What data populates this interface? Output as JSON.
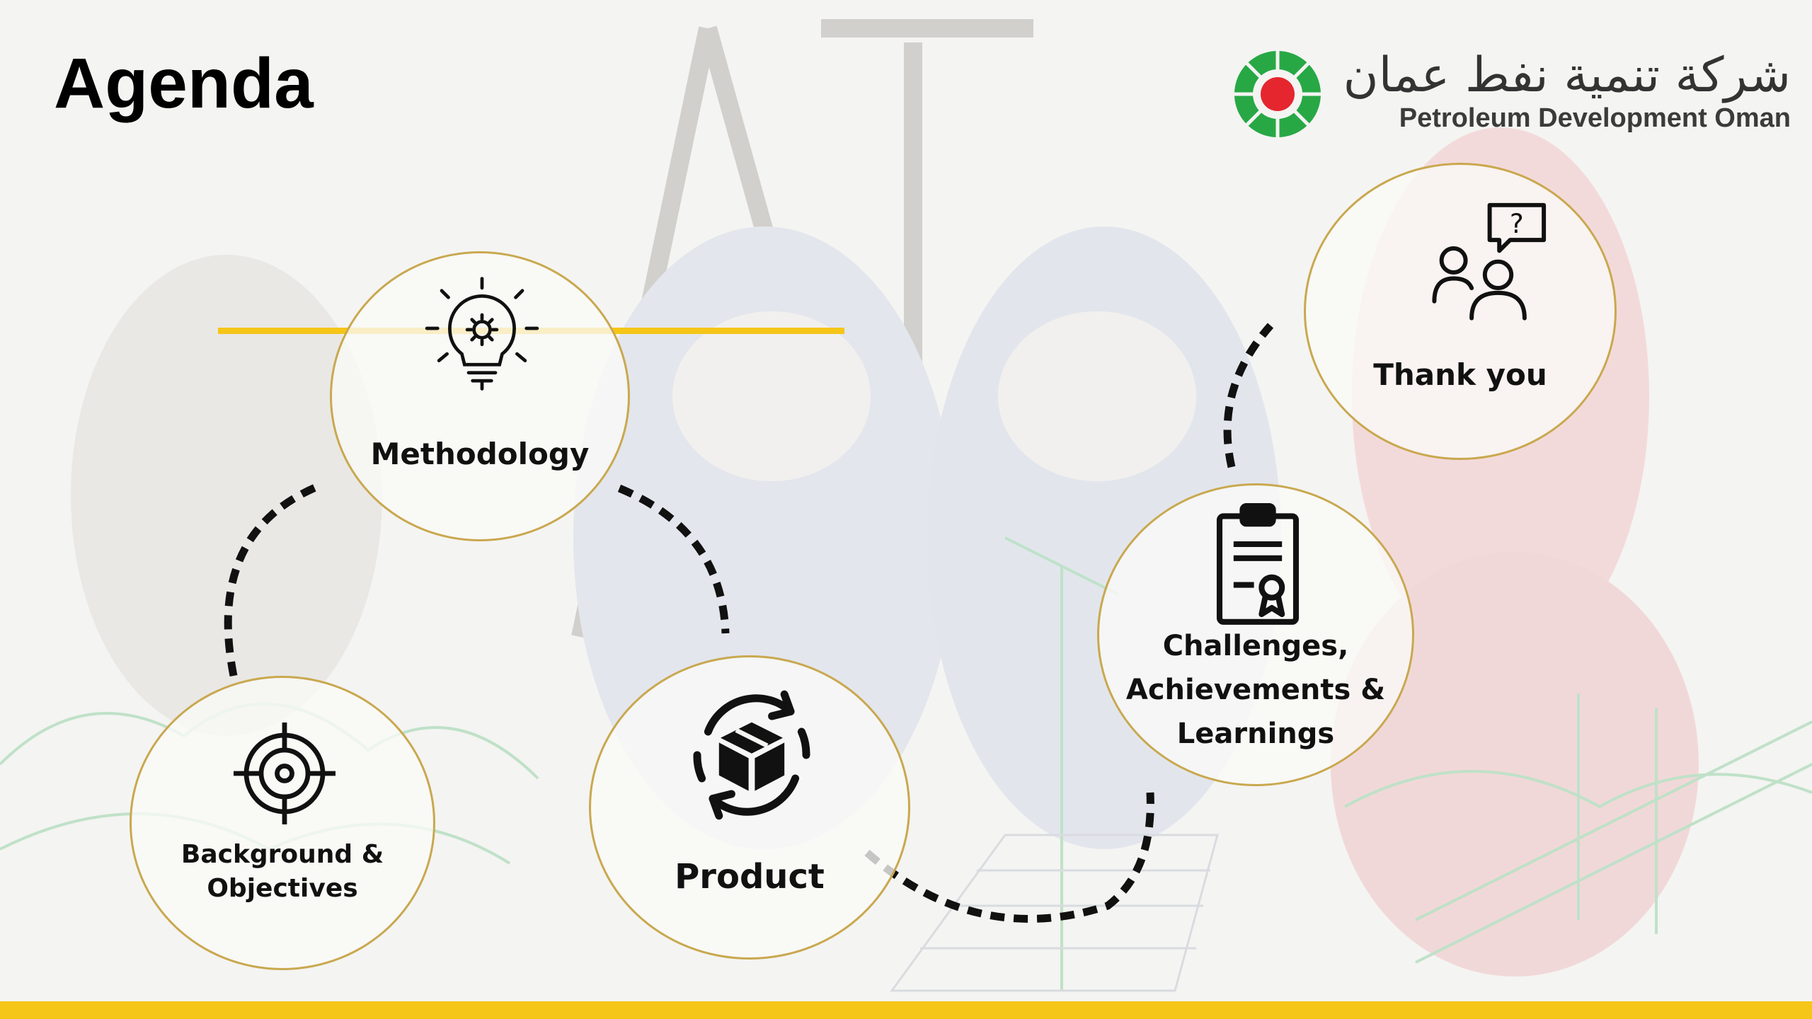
{
  "slide": {
    "title": "Agenda"
  },
  "logo": {
    "arabic": "شركة تنمية نفط عمان",
    "english": "Petroleum Development Oman",
    "colors": {
      "green": "#27a845",
      "red": "#e5262f"
    }
  },
  "agenda_items": [
    {
      "label": "Methodology",
      "icon": "lightbulb-gear-icon"
    },
    {
      "label": "Background &\nObjectives",
      "icon": "target-icon"
    },
    {
      "label": "Product",
      "icon": "box-cycle-icon"
    },
    {
      "label": "Challenges,\nAchievements &\nLearnings",
      "icon": "clipboard-certificate-icon"
    },
    {
      "label": "Thank you",
      "icon": "people-question-icon"
    }
  ],
  "colors": {
    "accent": "#f5c518",
    "circle_border": "#c9a84f",
    "connector": "#111111"
  }
}
